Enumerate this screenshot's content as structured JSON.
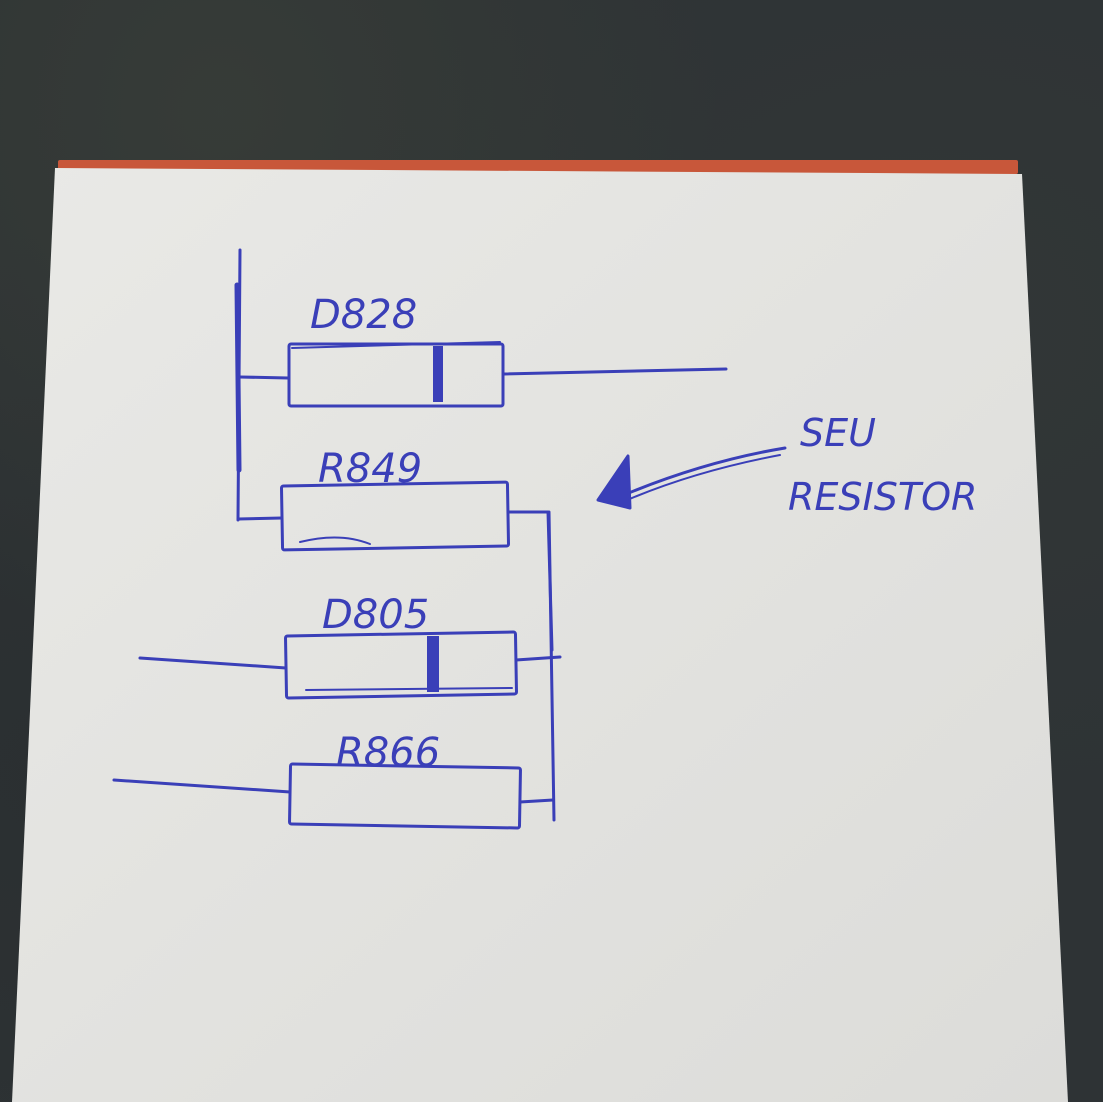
{
  "drawing": {
    "ink_color": "#3a3fb8",
    "paper_color": "#e6e6e3",
    "background_color": "#2e3335",
    "labels": {
      "component_1": "D828",
      "component_2": "R849",
      "component_3": "D805",
      "component_4": "R866",
      "note_line_1": "SEU",
      "note_line_2": "RESISTOR"
    }
  }
}
